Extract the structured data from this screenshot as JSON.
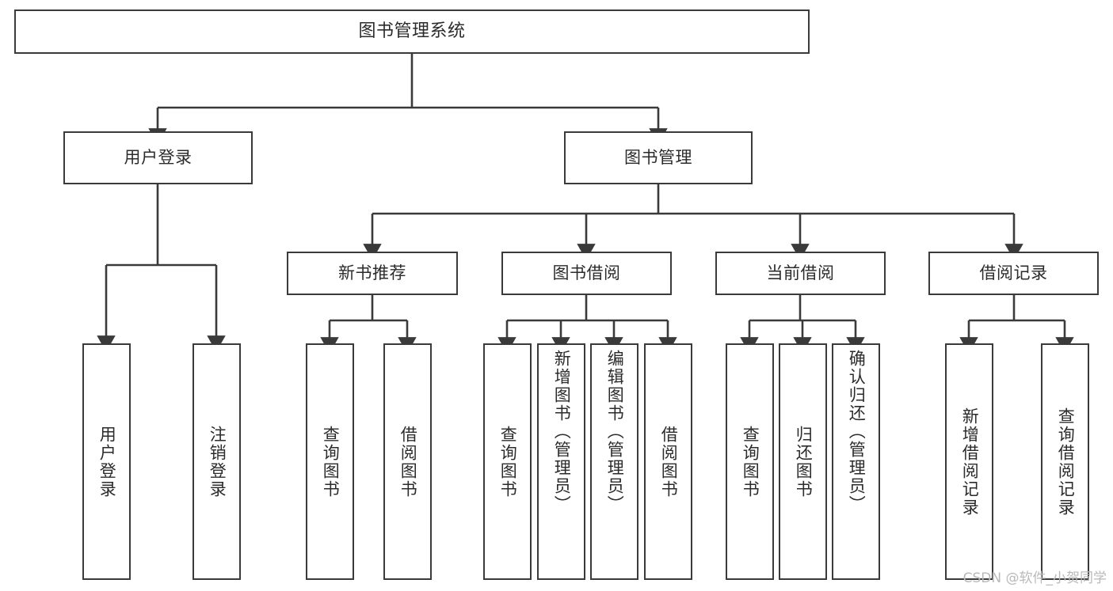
{
  "diagram": {
    "title": "图书管理系统",
    "type": "tree",
    "orientation": "top-down",
    "colors": {
      "background": "#ffffff",
      "box_border": "#3a3a3a",
      "box_fill": "#ffffff",
      "text": "#2b2b2b",
      "edge": "#3a3a3a",
      "watermark": "#b9b9b9"
    },
    "root": {
      "label": "图书管理系统"
    },
    "level2": [
      {
        "label": "用户登录"
      },
      {
        "label": "图书管理"
      }
    ],
    "level3": [
      {
        "label": "新书推荐"
      },
      {
        "label": "图书借阅"
      },
      {
        "label": "当前借阅"
      },
      {
        "label": "借阅记录"
      }
    ],
    "leaves": {
      "user_login": [
        {
          "label": "用户登录"
        },
        {
          "label": "注销登录"
        }
      ],
      "new_book_recommend": [
        {
          "label": "查询图书"
        },
        {
          "label": "借阅图书"
        }
      ],
      "book_borrow": [
        {
          "label": "查询图书"
        },
        {
          "label": "新增图书（管理员）"
        },
        {
          "label": "编辑图书（管理员）"
        },
        {
          "label": "借阅图书"
        }
      ],
      "current_borrow": [
        {
          "label": "查询图书"
        },
        {
          "label": "归还图书"
        },
        {
          "label": "确认归还（管理员）"
        }
      ],
      "borrow_record": [
        {
          "label": "新增借阅记录"
        },
        {
          "label": "查询借阅记录"
        }
      ]
    }
  },
  "watermark": {
    "text": "CSDN @软件_小贺同学"
  }
}
